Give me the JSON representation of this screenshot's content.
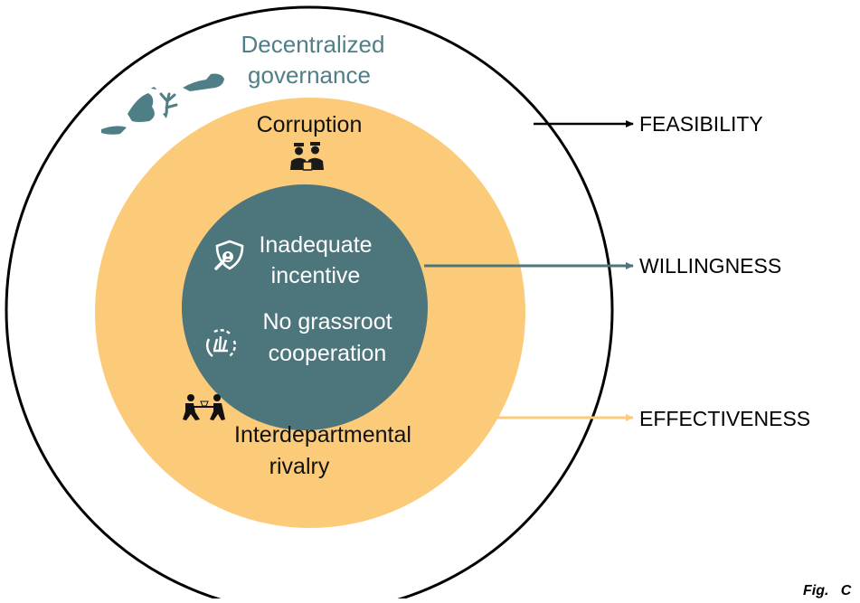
{
  "outer_ring": {
    "label_line1": "Decentralized",
    "label_line2": "governance",
    "label_color": "#4f7f86",
    "icon": "archipelago-map-icon"
  },
  "middle_ring": {
    "color": "#fccb7a",
    "label": "Corruption",
    "icon": "corrupt-officials-icon",
    "bottom_label_line1": "Interdepartmental",
    "bottom_label_line2": "rivalry",
    "bottom_icon": "tug-of-war-icon"
  },
  "inner_circle": {
    "color": "#4d767c",
    "item1_line1": "Inadequate",
    "item1_line2": "incentive",
    "item1_icon": "shield-search-person-icon",
    "item2_line1": "No grassroot",
    "item2_line2": "cooperation",
    "item2_icon": "grass-cycle-icon"
  },
  "arrows": {
    "feasibility": {
      "label": "FEASIBILITY",
      "color": "#000000"
    },
    "willingness": {
      "label": "WILLINGNESS",
      "color": "#4d767c"
    },
    "effectiveness": {
      "label": "EFFECTIVENESS",
      "color": "#fccb7a"
    }
  },
  "caption_fragment": "Fig.   C"
}
